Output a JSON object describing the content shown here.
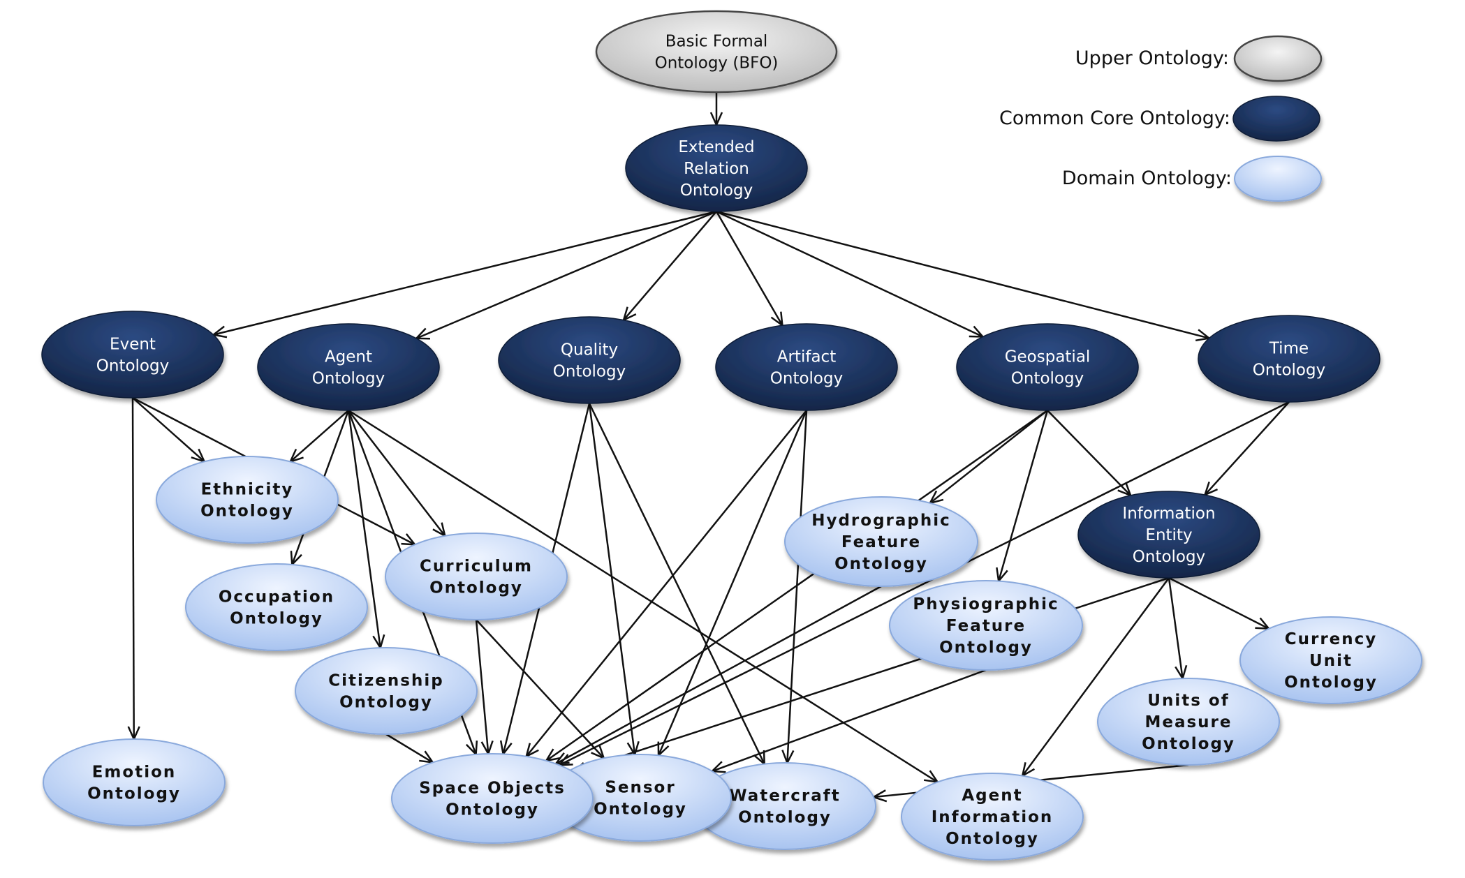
{
  "legend": {
    "upper": "Upper Ontology:",
    "common_core": "Common Core Ontology:",
    "domain": "Domain Ontology:"
  },
  "colors": {
    "upper": "#d3d3d3",
    "common_core": "#1d3461",
    "domain": "#c2d6f5",
    "edge": "#111111"
  },
  "nodes": {
    "bfo": {
      "lines": [
        "Basic Formal",
        "Ontology (BFO)"
      ],
      "kind": "upper"
    },
    "extended_relation": {
      "lines": [
        "Extended",
        "Relation",
        "Ontology"
      ],
      "kind": "common_core"
    },
    "event": {
      "lines": [
        "Event",
        "Ontology"
      ],
      "kind": "common_core"
    },
    "agent": {
      "lines": [
        "Agent",
        "Ontology"
      ],
      "kind": "common_core"
    },
    "quality": {
      "lines": [
        "Quality",
        "Ontology"
      ],
      "kind": "common_core"
    },
    "artifact": {
      "lines": [
        "Artifact",
        "Ontology"
      ],
      "kind": "common_core"
    },
    "geospatial": {
      "lines": [
        "Geospatial",
        "Ontology"
      ],
      "kind": "common_core"
    },
    "time": {
      "lines": [
        "Time",
        "Ontology"
      ],
      "kind": "common_core"
    },
    "information_entity": {
      "lines": [
        "Information",
        "Entity",
        "Ontology"
      ],
      "kind": "common_core"
    },
    "ethnicity": {
      "lines": [
        "Ethnicity",
        "Ontology"
      ],
      "kind": "domain"
    },
    "occupation": {
      "lines": [
        "Occupation",
        "Ontology"
      ],
      "kind": "domain"
    },
    "curriculum": {
      "lines": [
        "Curriculum",
        "Ontology"
      ],
      "kind": "domain"
    },
    "citizenship": {
      "lines": [
        "Citizenship",
        "Ontology"
      ],
      "kind": "domain"
    },
    "emotion": {
      "lines": [
        "Emotion",
        "Ontology"
      ],
      "kind": "domain"
    },
    "hydrographic": {
      "lines": [
        "Hydrographic",
        "Feature",
        "Ontology"
      ],
      "kind": "domain"
    },
    "physiographic": {
      "lines": [
        "Physiographic",
        "Feature",
        "Ontology"
      ],
      "kind": "domain"
    },
    "currency_unit": {
      "lines": [
        "Currency",
        "Unit",
        "Ontology"
      ],
      "kind": "domain"
    },
    "units_of_measure": {
      "lines": [
        "Units of",
        "Measure",
        "Ontology"
      ],
      "kind": "domain"
    },
    "agent_information": {
      "lines": [
        "Agent",
        "Information",
        "Ontology"
      ],
      "kind": "domain"
    },
    "watercraft": {
      "lines": [
        "Watercraft",
        "Ontology"
      ],
      "kind": "domain"
    },
    "sensor": {
      "lines": [
        "Sensor",
        "Ontology"
      ],
      "kind": "domain"
    },
    "space_objects": {
      "lines": [
        "Space Objects",
        "Ontology"
      ],
      "kind": "domain"
    }
  },
  "edges": [
    [
      "bfo",
      "extended_relation"
    ],
    [
      "extended_relation",
      "event"
    ],
    [
      "extended_relation",
      "agent"
    ],
    [
      "extended_relation",
      "quality"
    ],
    [
      "extended_relation",
      "artifact"
    ],
    [
      "extended_relation",
      "geospatial"
    ],
    [
      "extended_relation",
      "time"
    ],
    [
      "event",
      "emotion"
    ],
    [
      "event",
      "ethnicity"
    ],
    [
      "event",
      "curriculum"
    ],
    [
      "agent",
      "ethnicity"
    ],
    [
      "agent",
      "occupation"
    ],
    [
      "agent",
      "curriculum"
    ],
    [
      "agent",
      "citizenship"
    ],
    [
      "agent",
      "space_objects"
    ],
    [
      "agent",
      "agent_information"
    ],
    [
      "quality",
      "space_objects"
    ],
    [
      "quality",
      "sensor"
    ],
    [
      "quality",
      "watercraft"
    ],
    [
      "artifact",
      "space_objects"
    ],
    [
      "artifact",
      "sensor"
    ],
    [
      "artifact",
      "watercraft"
    ],
    [
      "geospatial",
      "hydrographic"
    ],
    [
      "geospatial",
      "physiographic"
    ],
    [
      "geospatial",
      "information_entity"
    ],
    [
      "geospatial",
      "space_objects"
    ],
    [
      "time",
      "information_entity"
    ],
    [
      "time",
      "space_objects"
    ],
    [
      "information_entity",
      "currency_unit"
    ],
    [
      "information_entity",
      "units_of_measure"
    ],
    [
      "information_entity",
      "agent_information"
    ],
    [
      "information_entity",
      "space_objects"
    ],
    [
      "hydrographic",
      "space_objects"
    ],
    [
      "physiographic",
      "sensor"
    ],
    [
      "units_of_measure",
      "watercraft"
    ],
    [
      "curriculum",
      "space_objects"
    ],
    [
      "curriculum",
      "sensor"
    ],
    [
      "citizenship",
      "space_objects"
    ]
  ]
}
